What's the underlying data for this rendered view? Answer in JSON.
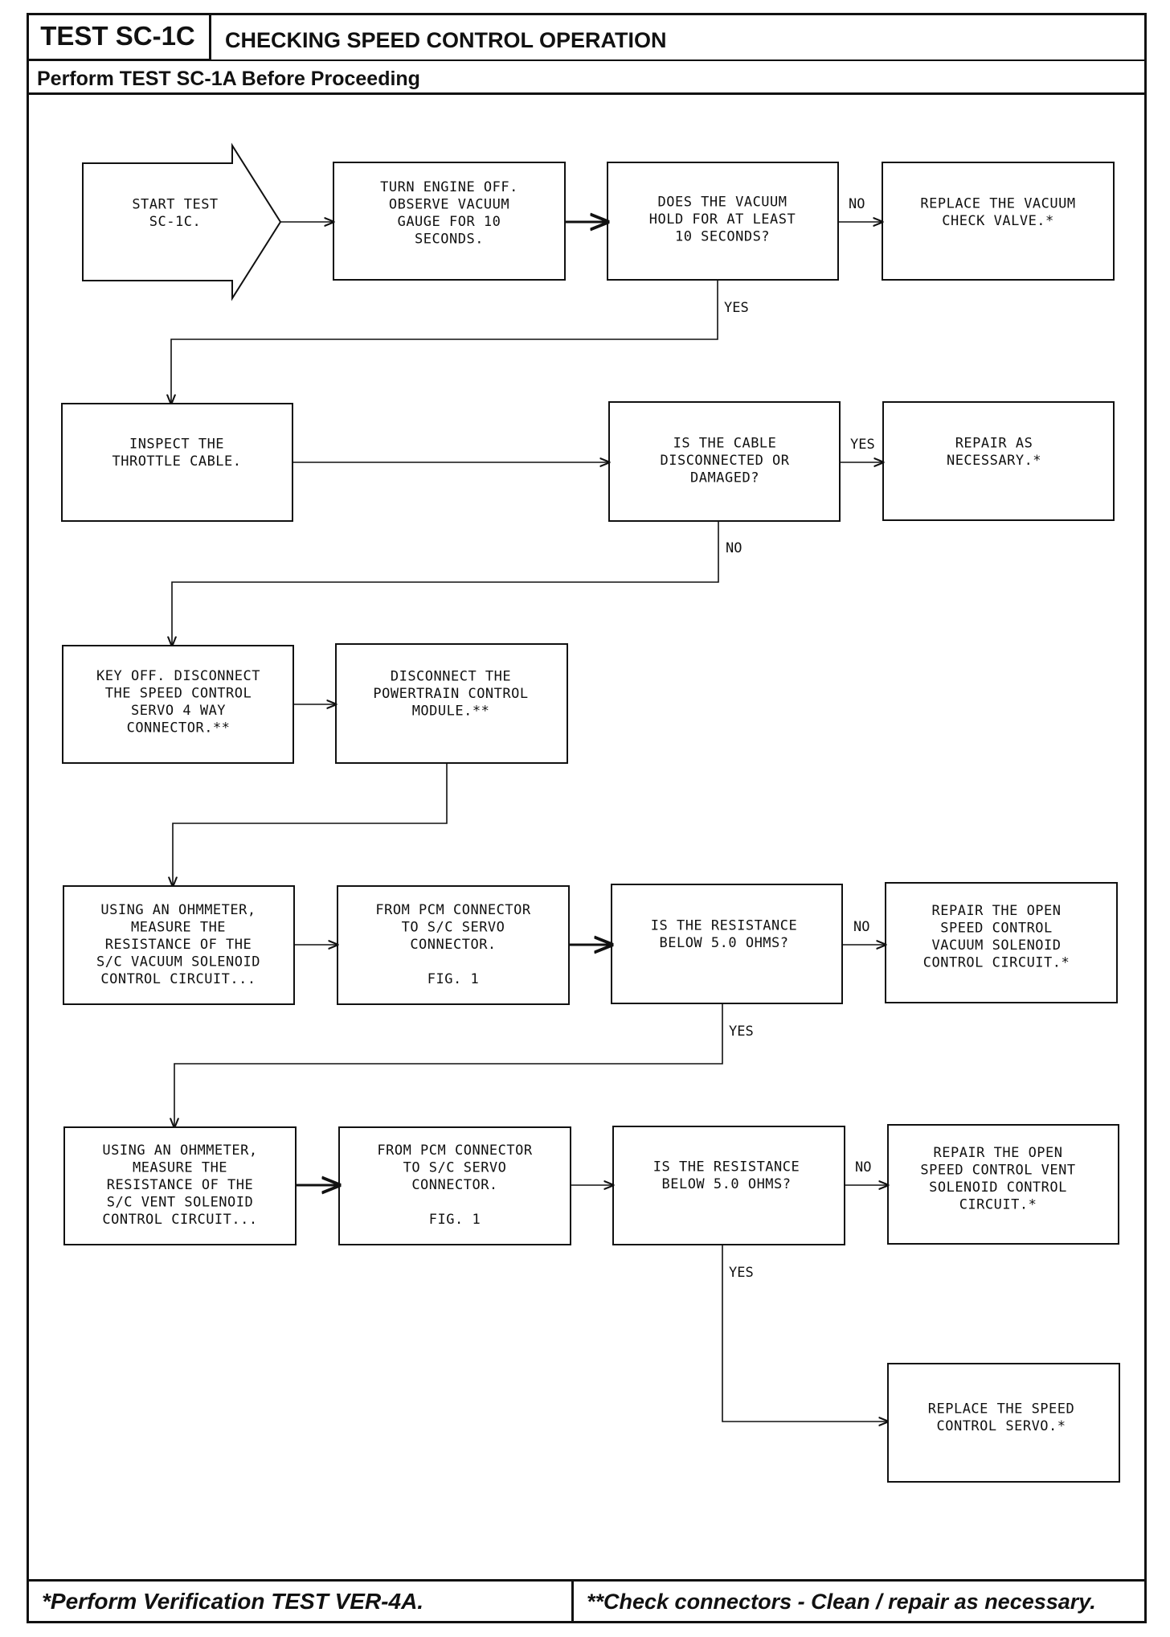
{
  "header": {
    "test_id": "TEST SC-1C",
    "title": "CHECKING SPEED CONTROL OPERATION",
    "subtitle": "Perform TEST SC-1A Before Proceeding"
  },
  "footer": {
    "left": "*Perform Verification TEST VER-4A.",
    "right": "**Check connectors - Clean / repair as necessary."
  },
  "flowchart": {
    "start": [
      "START TEST",
      "SC-1C."
    ],
    "turn_engine_off": [
      "TURN ENGINE OFF.",
      "OBSERVE VACUUM",
      "GAUGE FOR 10",
      "SECONDS."
    ],
    "vacuum_hold": [
      "DOES THE VACUUM",
      "HOLD FOR AT LEAST",
      "10 SECONDS?"
    ],
    "replace_check_valve": [
      "REPLACE THE VACUUM",
      "CHECK VALVE.*"
    ],
    "inspect_cable": [
      "INSPECT THE",
      "THROTTLE CABLE."
    ],
    "cable_damaged": [
      "IS THE CABLE",
      "DISCONNECTED OR",
      "DAMAGED?"
    ],
    "repair_cable": [
      "REPAIR AS",
      "NECESSARY.*"
    ],
    "disconnect_servo": [
      "KEY OFF. DISCONNECT",
      "THE SPEED CONTROL",
      "SERVO 4 WAY",
      "CONNECTOR.**"
    ],
    "disconnect_pcm": [
      "DISCONNECT THE",
      "POWERTRAIN CONTROL",
      "MODULE.**"
    ],
    "measure_vacuum": [
      "USING AN OHMMETER,",
      "MEASURE THE",
      "RESISTANCE OF THE",
      "S/C VACUUM SOLENOID",
      "CONTROL CIRCUIT..."
    ],
    "pcm_vacuum": [
      "FROM PCM CONNECTOR",
      "TO S/C SERVO",
      "CONNECTOR.",
      "",
      "FIG. 1"
    ],
    "resistance_vacuum": [
      "IS THE RESISTANCE",
      "BELOW 5.0 OHMS?"
    ],
    "repair_vacuum": [
      "REPAIR THE OPEN",
      "SPEED CONTROL",
      "VACUUM SOLENOID",
      "CONTROL CIRCUIT.*"
    ],
    "measure_vent": [
      "USING AN OHMMETER,",
      "MEASURE THE",
      "RESISTANCE OF THE",
      "S/C VENT SOLENOID",
      "CONTROL CIRCUIT..."
    ],
    "pcm_vent": [
      "FROM PCM CONNECTOR",
      "TO S/C SERVO",
      "CONNECTOR.",
      "",
      "FIG. 1"
    ],
    "resistance_vent": [
      "IS THE RESISTANCE",
      "BELOW 5.0 OHMS?"
    ],
    "repair_vent": [
      "REPAIR THE OPEN",
      "SPEED CONTROL VENT",
      "SOLENOID CONTROL",
      "CIRCUIT.*"
    ],
    "replace_servo": [
      "REPLACE THE SPEED",
      "CONTROL SERVO.*"
    ],
    "labels": {
      "no_1": "NO",
      "yes_1": "YES",
      "yes_2": "YES",
      "no_2": "NO",
      "no_3": "NO",
      "yes_3": "YES",
      "no_4": "NO",
      "yes_4": "YES"
    }
  }
}
